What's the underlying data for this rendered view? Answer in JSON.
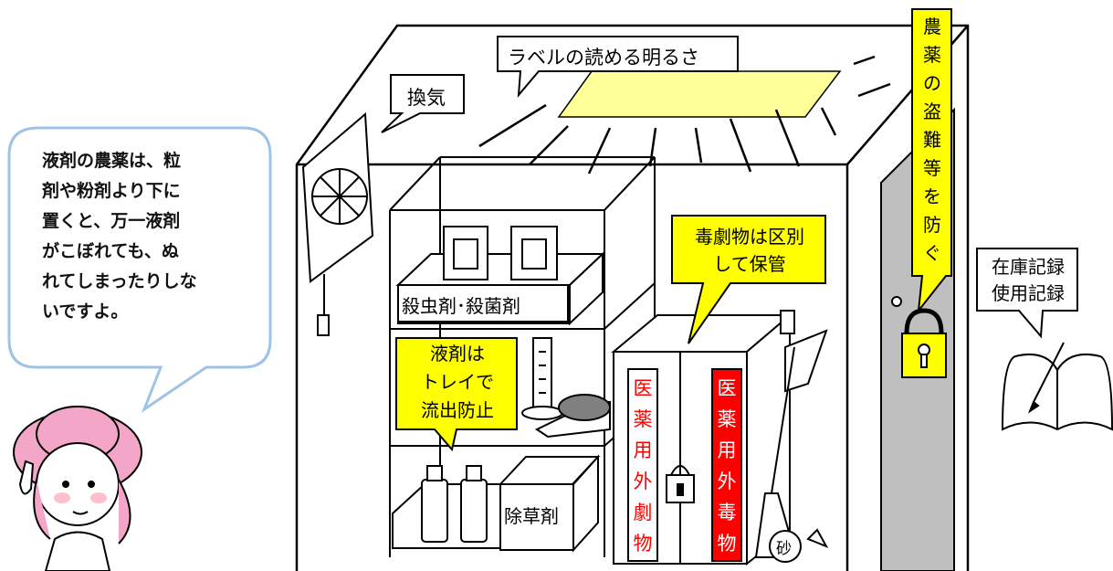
{
  "advice_bubble": {
    "text": "液剤の農薬は、粒\n剤や粉剤より下に\n置くと、万一液剤\nがこぼれても、ぬ\nれてしまったりしな\nいですよ。"
  },
  "labels": {
    "lighting": "ラベルの読める明るさ",
    "ventilation": "換気",
    "anti_theft": "農\n薬\nの\n盗\n難\n等\nを\n防\nぐ",
    "records": "在庫記録\n使用記録",
    "poison_separation": "毒劇物は区別\nして保管",
    "insecticide_fungicide": "殺虫剤･殺菌剤",
    "liquid_tray": "液剤は\nトレイで\n流出防止",
    "herbicide": "除草剤",
    "deleterious": "医\n薬\n用\n外\n劇\n物",
    "poisonous": "医\n薬\n用\n外\n毒\n物",
    "sand": "砂"
  },
  "colors": {
    "callout_yellow": "#ffff00",
    "light_panel": "#ffff99",
    "advice_border": "#9dc3e6",
    "poison_red": "#ff0000",
    "door_gray": "#bfbfbf"
  }
}
